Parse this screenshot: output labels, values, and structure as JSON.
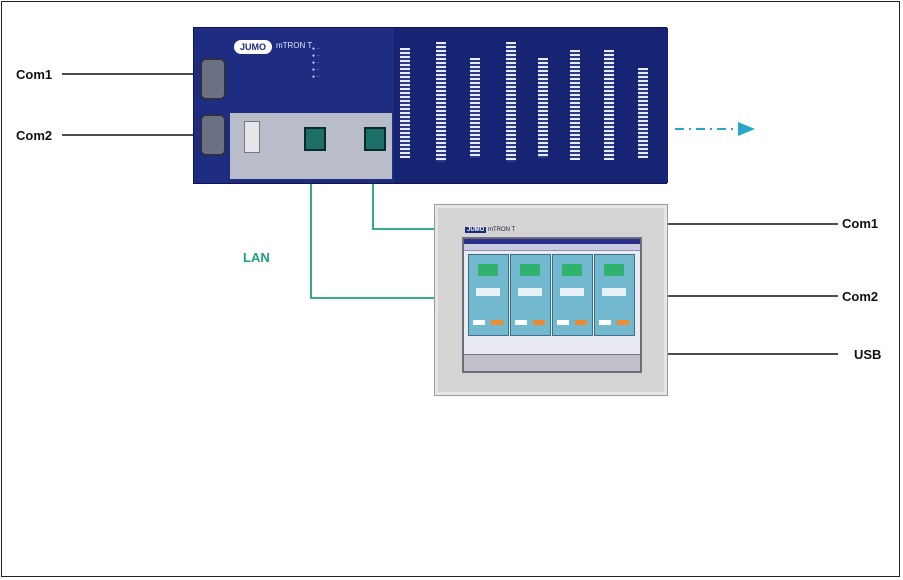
{
  "labels": {
    "left_com1": "Com1",
    "left_com2": "Com2",
    "lan": "LAN",
    "right_com1": "Com1",
    "right_com2": "Com2",
    "right_usb": "USB"
  },
  "controller": {
    "logo": "JUMO",
    "product": "mTRON T"
  },
  "hmi": {
    "logo": "JUMO",
    "product": "mTRON T"
  },
  "colors": {
    "lan_cable": "#1aa37a",
    "ethernet_arrow": "#29a6c9",
    "controller_body": "#1c2a78"
  }
}
